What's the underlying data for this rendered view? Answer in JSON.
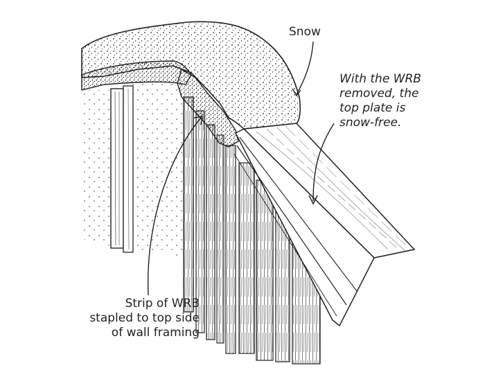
{
  "labels": {
    "snow": "Snow",
    "top_plate_note": [
      "With the WRB",
      "removed, the",
      "top plate is",
      "snow-free."
    ],
    "wrb_strip": [
      "Strip of WRB",
      "stapled to top side",
      "of wall framing"
    ]
  },
  "colors": {
    "ink": "#231f20",
    "paper": "#ffffff"
  }
}
